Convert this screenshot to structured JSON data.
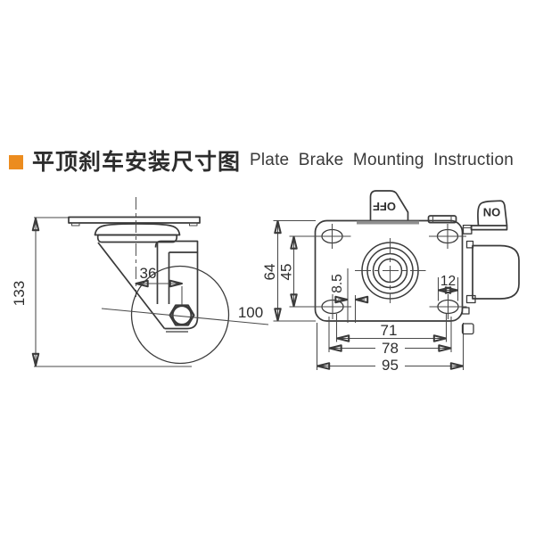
{
  "title": {
    "zh": "平顶刹车安装尺寸图",
    "en": "Plate Brake Mounting Instruction",
    "bullet_color": "#EC8C1E"
  },
  "side_view": {
    "dims": {
      "overall_height": "133",
      "swivel_offset": "36",
      "wheel_diameter": "100"
    }
  },
  "top_view": {
    "dims": {
      "plate_height": "64",
      "bolt_spacing_vertical": "45",
      "slot_width": "8.5",
      "slot_length": "12",
      "bolt_spacing_horizontal": "71",
      "slot_span": "78",
      "plate_width": "95"
    },
    "pedal_labels": {
      "off": "OFF",
      "on": "ON"
    }
  }
}
